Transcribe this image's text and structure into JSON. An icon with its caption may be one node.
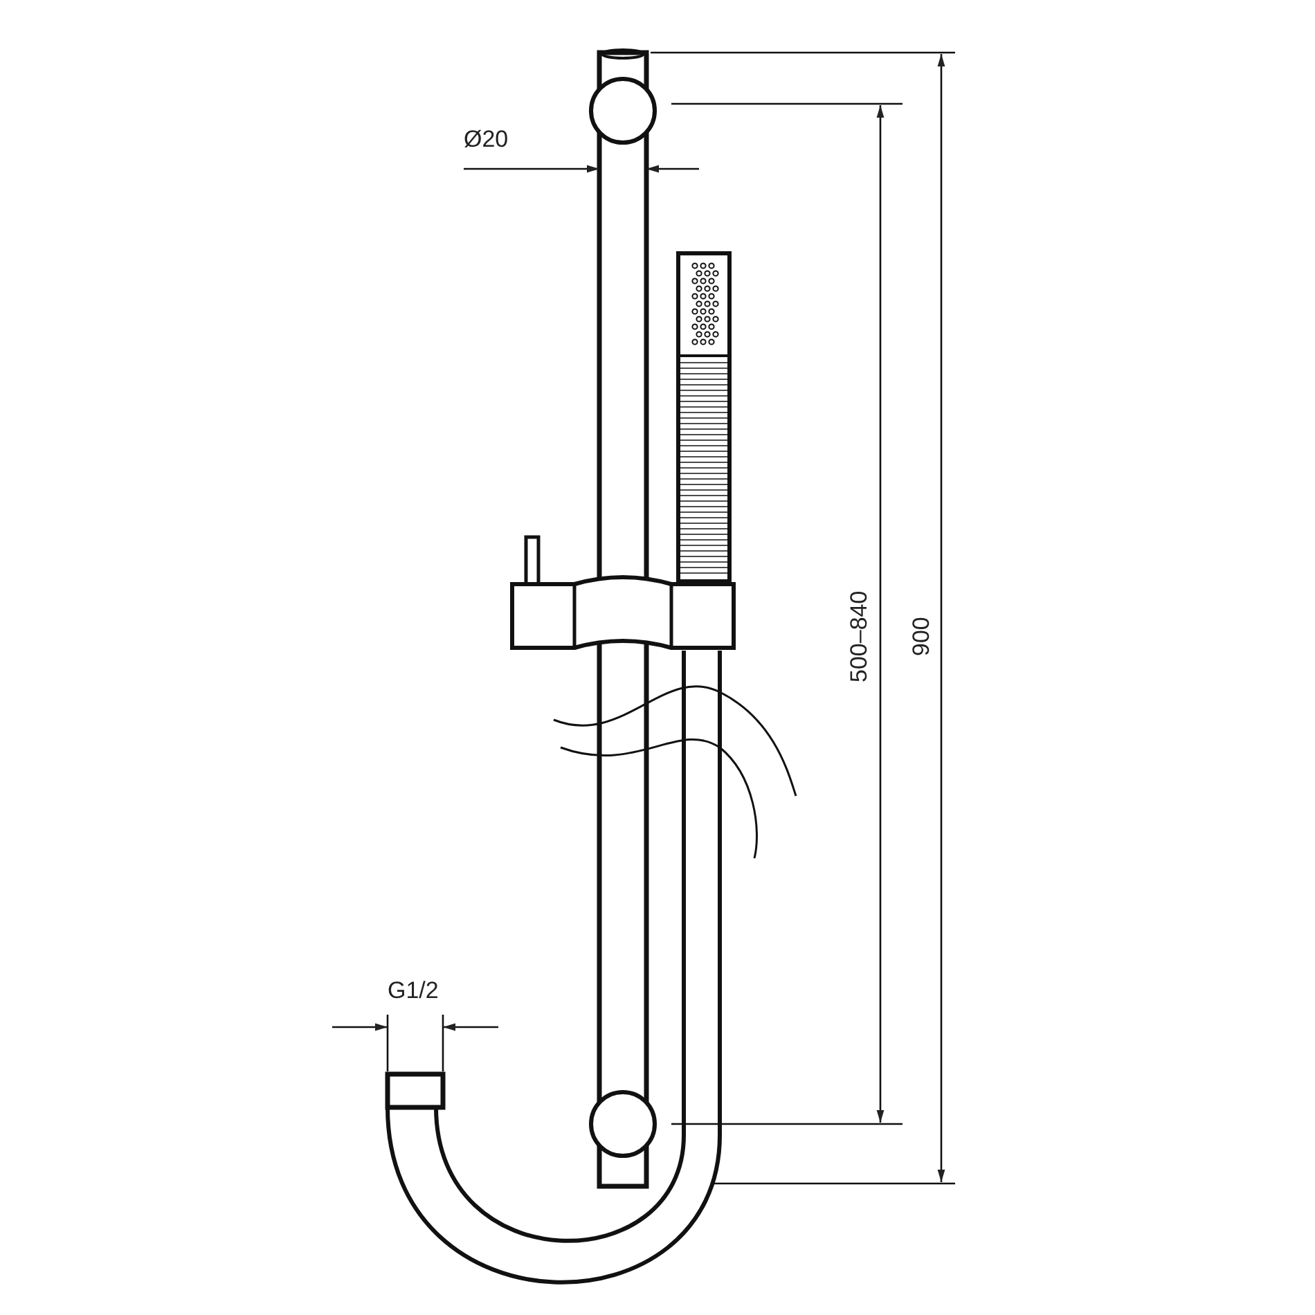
{
  "diagram": {
    "labels": [
      "Ø20",
      "500–840",
      "900",
      "G1/2"
    ]
  }
}
